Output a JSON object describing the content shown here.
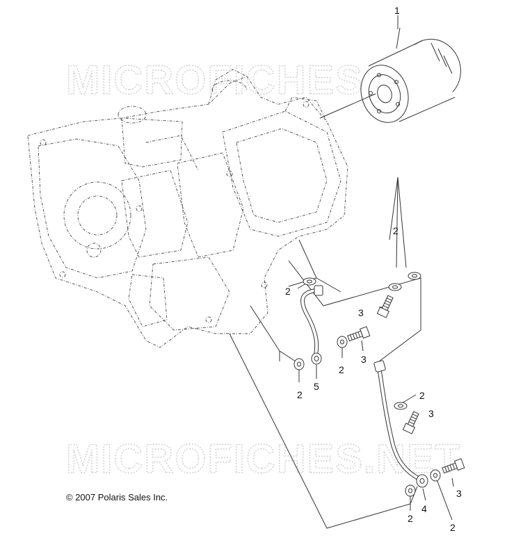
{
  "watermark": {
    "top": "MICROFICHES.NET",
    "bottom": "MICROFICHES.NET"
  },
  "callouts": {
    "c1": "1",
    "c2a": "2",
    "c2b": "2",
    "c2c": "2",
    "c2d": "2",
    "c2e": "2",
    "c2f": "2",
    "c2g": "2",
    "c3a": "3",
    "c3b": "3",
    "c3c": "3",
    "c3d": "3",
    "c4": "4",
    "c5": "5"
  },
  "copyright": "© 2007 Polaris Sales Inc."
}
